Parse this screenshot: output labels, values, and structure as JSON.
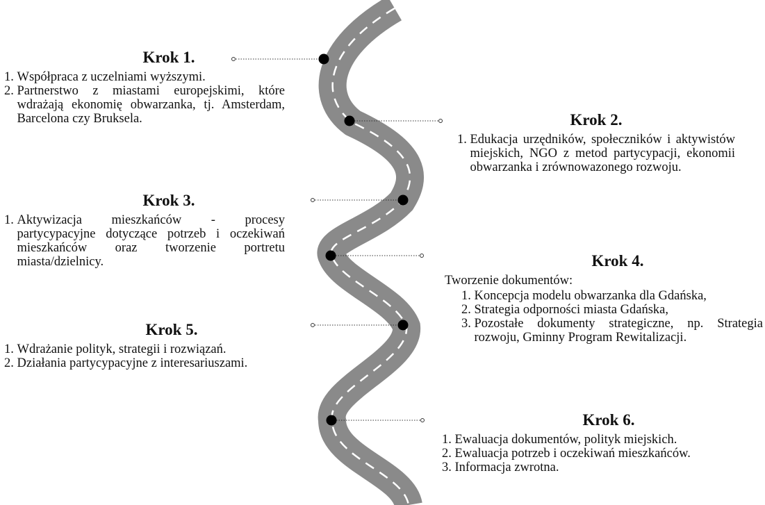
{
  "steps": [
    {
      "id": "step1",
      "title": "Krok 1.",
      "intro": "",
      "items": [
        "Współpraca z uczelniami wyższymi.",
        "Partnerstwo z miastami europejskimi, które wdrażają ekonomię obwarzanka, tj. Amsterdam, Barcelona czy Bruksela."
      ]
    },
    {
      "id": "step2",
      "title": "Krok 2.",
      "intro": "",
      "items": [
        "Edukacja urzędników, społeczników i aktywistów miejskich, NGO z metod partycypacji, ekonomii obwarzanka i zrównowazonego rozwoju."
      ]
    },
    {
      "id": "step3",
      "title": "Krok 3.",
      "intro": "",
      "items": [
        " Aktywizacja mieszkańców - procesy partycypacyjne dotyczące potrzeb i oczekiwań mieszkańców oraz tworzenie portretu miasta/dzielnicy."
      ]
    },
    {
      "id": "step4",
      "title": "Krok 4.",
      "intro": "Tworzenie dokumentów:",
      "items": [
        "Koncepcja modelu obwarzanka dla Gdańska,",
        "Strategia odporności miasta Gdańska,",
        "Pozostałe dokumenty strategiczne, np. Strategia rozwoju, Gminny Program Rewitalizacji."
      ]
    },
    {
      "id": "step5",
      "title": "Krok 5.",
      "intro": "",
      "items": [
        "Wdrażanie polityk, strategii i rozwiązań.",
        "Działania partycypacyjne z interesariuszami."
      ]
    },
    {
      "id": "step6",
      "title": "Krok 6.",
      "intro": "",
      "items": [
        "Ewaluacja dokumentów, polityk miejskich.",
        "Ewaluacja potrzeb i oczekiwań mieszkańców.",
        "Informacja zwrotna."
      ]
    }
  ],
  "colors": {
    "road": "#8a8a8a",
    "dash": "#ffffff",
    "marker": "#000000",
    "connector": "#333333"
  }
}
